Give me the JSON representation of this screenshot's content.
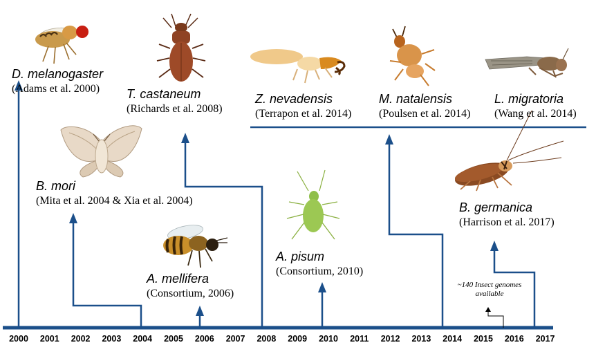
{
  "colors": {
    "line": "#1b4f8a",
    "text": "#000000"
  },
  "entries": [
    {
      "species": "D. melanogaster",
      "reference": "(Adams et al. 2000)",
      "year": "2000",
      "icon": "fruit-fly-icon"
    },
    {
      "species": "B. mori",
      "reference": "(Mita et al. 2004 & Xia et al. 2004)",
      "year": "2004",
      "icon": "silk-moth-icon"
    },
    {
      "species": "A. mellifera",
      "reference": "(Consortium, 2006)",
      "year": "2006",
      "icon": "honey-bee-icon"
    },
    {
      "species": "T. castaneum",
      "reference": "(Richards et al. 2008)",
      "year": "2008",
      "icon": "flour-beetle-icon"
    },
    {
      "species": "A. pisum",
      "reference": "(Consortium, 2010)",
      "year": "2010",
      "icon": "pea-aphid-icon"
    },
    {
      "species": "Z. nevadensis",
      "reference": "(Terrapon et al. 2014)",
      "year": "2014",
      "icon": "dampwood-termite-icon"
    },
    {
      "species": "M. natalensis",
      "reference": "(Poulsen et al. 2014)",
      "year": "2014",
      "icon": "fungus-termite-icon"
    },
    {
      "species": "L. migratoria",
      "reference": "(Wang et al. 2014)",
      "year": "2014",
      "icon": "locust-icon"
    },
    {
      "species": "B. germanica",
      "reference": "(Harrison et al. 2017)",
      "year": "2017",
      "icon": "cockroach-icon"
    }
  ],
  "note": {
    "line1": "~140 Insect genomes",
    "line2": "available"
  },
  "axis": {
    "years": [
      "2000",
      "2001",
      "2002",
      "2003",
      "2004",
      "2005",
      "2006",
      "2007",
      "2008",
      "2009",
      "2010",
      "2011",
      "2012",
      "2013",
      "2014",
      "2015",
      "2016",
      "2017"
    ]
  }
}
